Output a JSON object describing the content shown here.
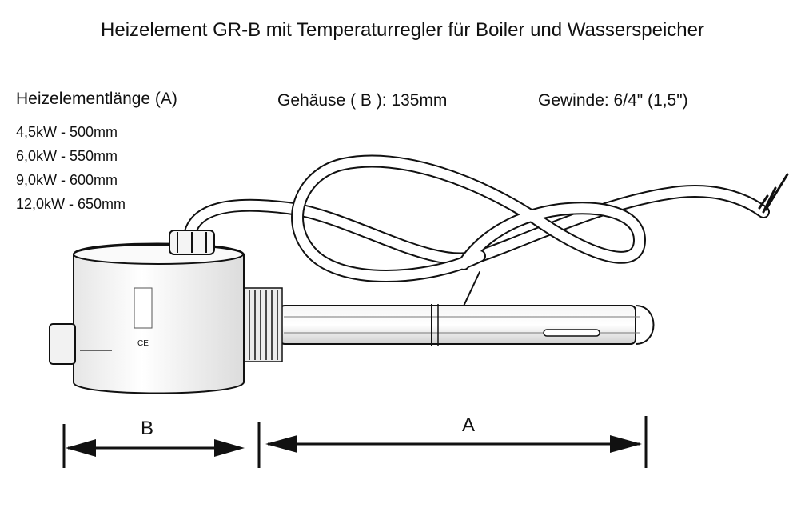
{
  "title": "Heizelement GR-B mit Temperaturregler für Boiler und Wasserspeicher",
  "length_label": "Heizelementlänge (A)",
  "lengths": [
    "4,5kW - 500mm",
    "6,0kW - 550mm",
    "9,0kW - 600mm",
    "12,0kW - 650mm"
  ],
  "housing_label": "Gehäuse ( B ): 135mm",
  "thread_label": "Gewinde: 6/4\" (1,5\")",
  "dim_b": "B",
  "dim_a": "A",
  "device_mark": "CE",
  "colors": {
    "line": "#111111",
    "paper": "#ffffff",
    "shade": "#d8d8d8"
  }
}
